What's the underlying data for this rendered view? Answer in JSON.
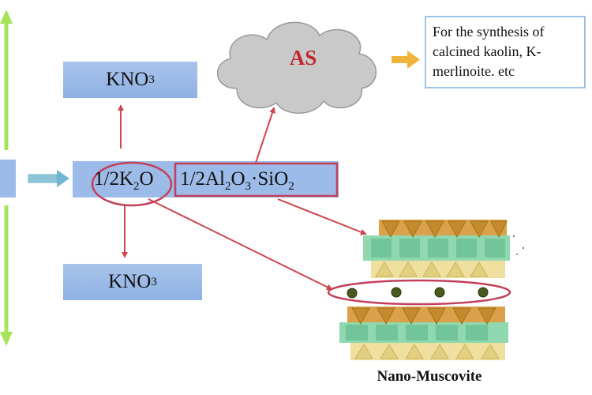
{
  "diagram": {
    "boxes": {
      "kno3_top": {
        "base": "KNO",
        "sub": "3"
      },
      "kno3_bottom": {
        "base": "KNO",
        "sub": "3"
      }
    },
    "formula": {
      "k2o": {
        "prefix": "1/2K",
        "sub": "2",
        "suffix": "O"
      },
      "aluminosilicate": {
        "prefix": "1/2Al",
        "sub1": "2",
        "mid": "O",
        "sub2": "3",
        "suffix": "·SiO",
        "sub3": "2"
      }
    },
    "cloud_label": "AS",
    "note": "For the synthesis of calcined kaolin, K-merlinoite. etc",
    "structure_caption": "Nano-Muscovite",
    "colors": {
      "box_fill": "#9dbbe8",
      "red_arrow": "#d0454f",
      "green_arrow": "#a6e35a",
      "orange_arrow": "#f0b43c",
      "teal_arrow": "#6fb6d0",
      "cloud_fill": "#c9c9c9",
      "tetra_orange": "#d9a24a",
      "octa_green": "#8fd8b0",
      "cation": "#4a5a1e"
    }
  }
}
